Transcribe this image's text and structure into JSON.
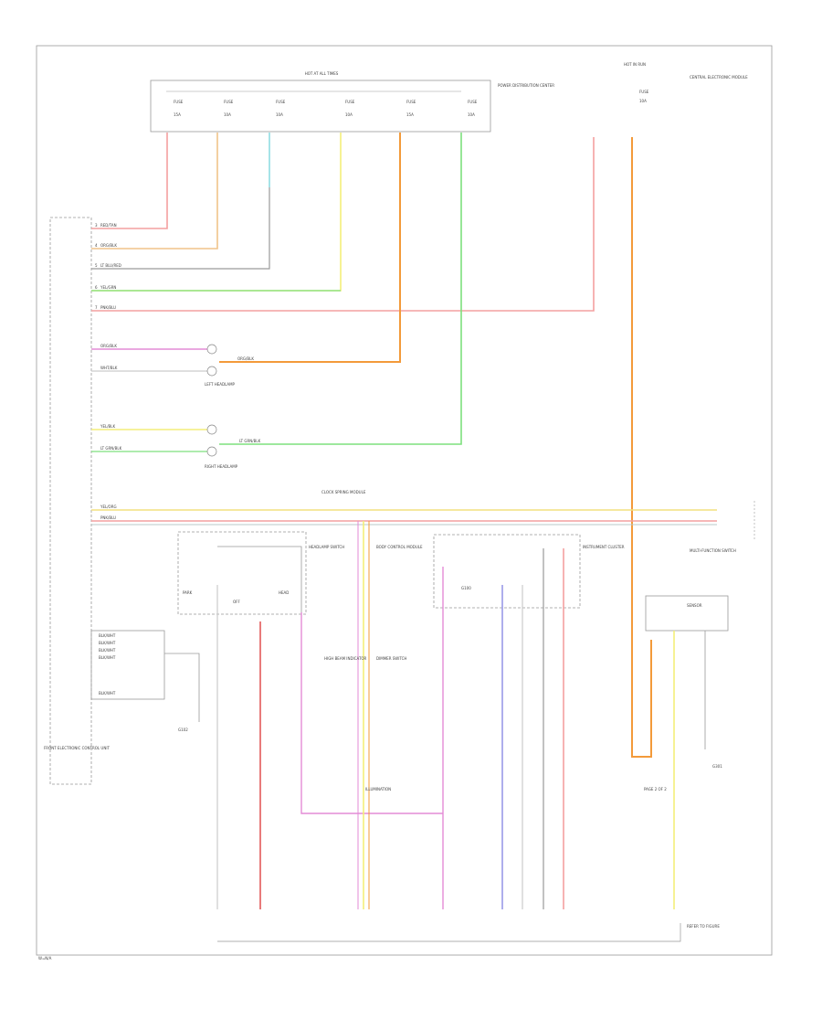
{
  "fuse_box": {
    "title": "HOT AT ALL TIMES",
    "fuses": [
      {
        "name": "FUSE",
        "amps": "15A"
      },
      {
        "name": "FUSE",
        "amps": "10A"
      },
      {
        "name": "FUSE",
        "amps": "10A"
      },
      {
        "name": "FUSE",
        "amps": "10A"
      },
      {
        "name": "FUSE",
        "amps": "15A"
      },
      {
        "name": "FUSE",
        "amps": "10A"
      }
    ],
    "label_right": "POWER DISTRIBUTION CENTER"
  },
  "top_right": {
    "hot_label": "HOT IN RUN",
    "fuse_name": "FUSE",
    "fuse_amps": "10A",
    "module_label": "CENTRAL ELECTRONIC MODULE"
  },
  "colors": {
    "red": "#f4a0a0",
    "orange": "#f39a3a",
    "cyan": "#8fdde2",
    "yellow": "#f3ee7a",
    "green": "#7de07d",
    "pink": "#f2a0a0",
    "magenta": "#e38bd6",
    "blue": "#9a9ae8",
    "gray": "#9a9a9a",
    "darkred": "#e87a7a"
  },
  "left_wires": [
    {
      "num": "3",
      "label": "RED/TAN"
    },
    {
      "num": "4",
      "label": "ORG/BLK"
    },
    {
      "num": "5",
      "label": "LT BLU/RED"
    },
    {
      "num": "6",
      "label": "YEL/GRN"
    },
    {
      "num": "7",
      "label": "PNK/BLU"
    }
  ],
  "headlamp_left": {
    "label": "LEFT HEADLAMP",
    "w1": "ORG/BLK",
    "w2": "WHT/BLK",
    "w3": "ORG/BLK"
  },
  "headlamp_right": {
    "label": "RIGHT HEADLAMP",
    "w1": "YEL/BLK",
    "w2": "LT GRN/BLK",
    "w3": "LT GRN/BLK"
  },
  "bus": {
    "top_label": "CLOCK SPRING MODULE",
    "wire1": "YEL/ORG",
    "wire2": "PNK/BLU",
    "right_label": "MULTI-FUNCTION SWITCH"
  },
  "mid_components": {
    "switch_label": "HEADLAMP SWITCH",
    "left_pos": "PARK",
    "right_pos": "HEAD",
    "center_label": "OFF",
    "ground_label": "G100",
    "center_module": "BODY CONTROL MODULE",
    "right_module": "INSTRUMENT CLUSTER",
    "lower_left_module": "HIGH BEAM INDICATOR",
    "lower_right_module": "DIMMER SWITCH"
  },
  "left_panel": {
    "rows": [
      "BLK/WHT",
      "BLK/WHT",
      "BLK/WHT",
      "BLK/WHT",
      "BLK/WHT"
    ],
    "label": "FRONT ELECTRONIC CONTROL UNIT",
    "ground": "G102"
  },
  "right_box": {
    "label": "SENSOR",
    "ground": "G301",
    "bottom_label": "PAGE 2 OF 2"
  },
  "bottom_label": "ILLUMINATION",
  "corner_label": "W=N/A",
  "bottom_right_label": "REFER TO FIGURE"
}
